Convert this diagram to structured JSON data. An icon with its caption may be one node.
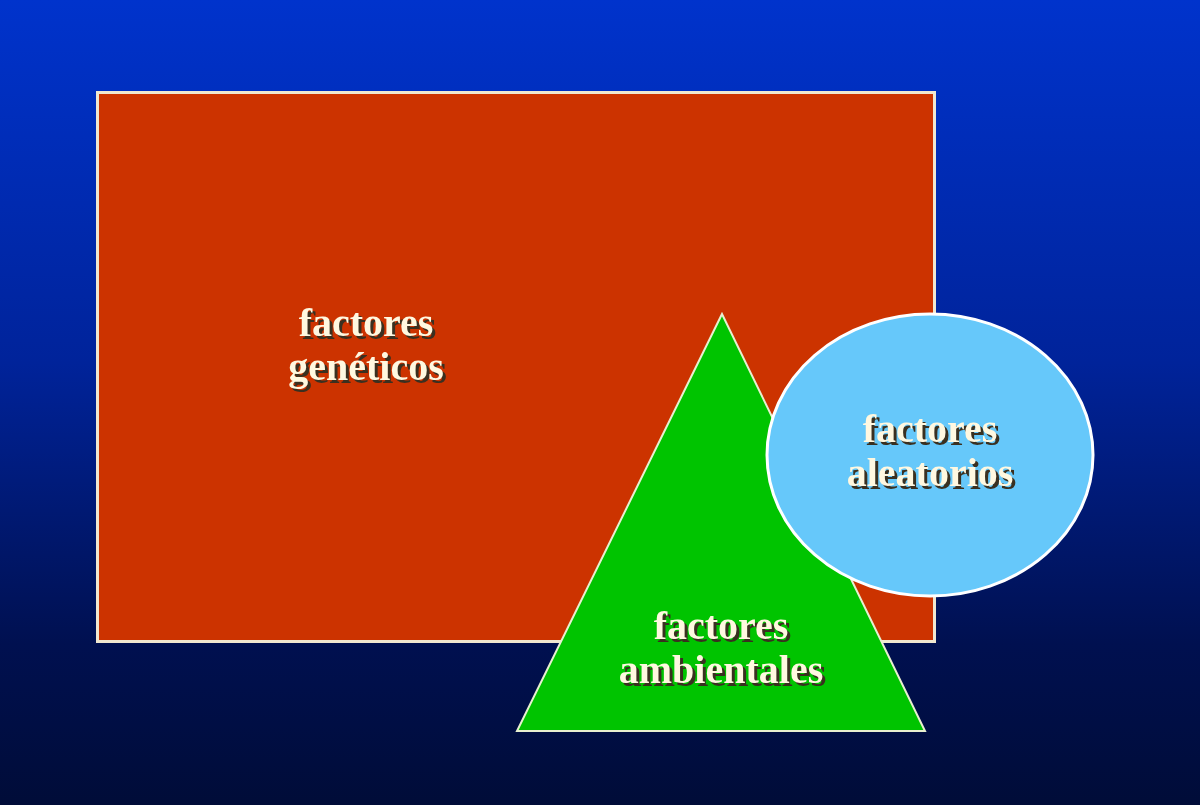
{
  "diagram": {
    "nodes": [
      {
        "text": [
          "factores genéticos"
        ]
      },
      {
        "text": [
          "factores ambientales"
        ]
      },
      {
        "text": [
          "factores aleatorios"
        ]
      }
    ]
  }
}
